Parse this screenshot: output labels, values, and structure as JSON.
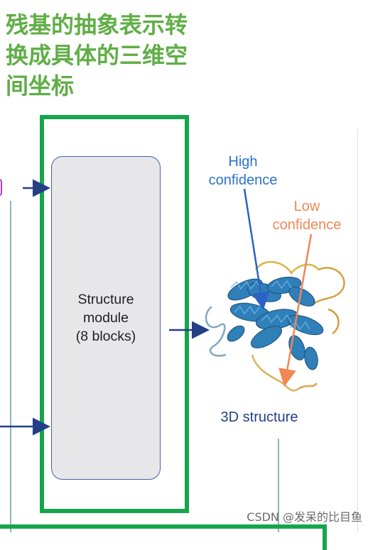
{
  "caption": {
    "lines": [
      "残基的抽象表示转",
      "换成具体的三维空",
      "间坐标"
    ]
  },
  "module": {
    "line1": "Structure",
    "line2": "module",
    "line3": "(8 blocks)"
  },
  "labels": {
    "high_line1": "High",
    "high_line2": "confidence",
    "low_line1": "Low",
    "low_line2": "confidence",
    "structure": "3D structure"
  },
  "watermark": "CSDN @发呆的比目鱼",
  "colors": {
    "caption": "#5fae46",
    "highlight_box": "#15a64b",
    "module_fill": "#e7e7e9",
    "module_border": "#4a5fa8",
    "arrow": "#233f86",
    "high_confidence": "#2c72c9",
    "low_confidence": "#f08755"
  },
  "icons": {
    "protein": "protein-ribbon-structure"
  }
}
